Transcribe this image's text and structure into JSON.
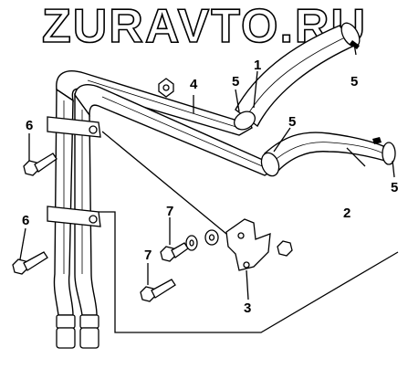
{
  "watermark": {
    "text": "ZURAVTO.RU"
  },
  "callouts": {
    "hose_upper": "1",
    "hose_lower": "2",
    "bracket": "3",
    "pipe": "4",
    "clamp": "5",
    "bolt_bracket": "6",
    "bolt_mount": "7"
  }
}
